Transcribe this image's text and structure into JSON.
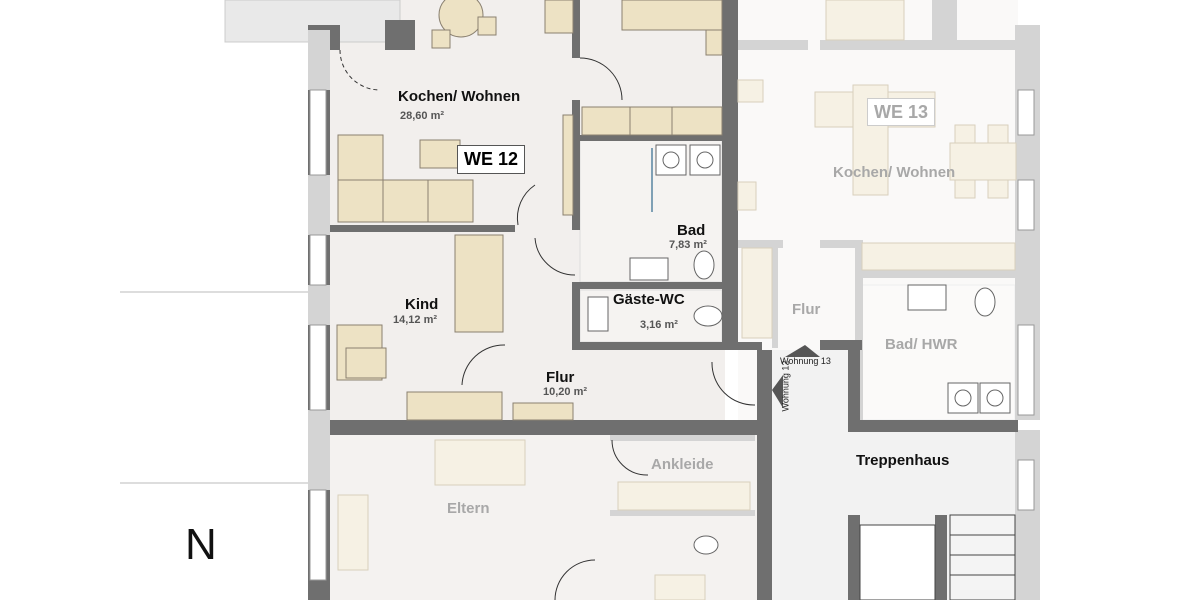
{
  "plan": {
    "north_label": "N",
    "we12": {
      "unit_label": "WE 12",
      "rooms": [
        {
          "name": "Kochen/ Wohnen",
          "area": "28,60 m²"
        },
        {
          "name": "Kind",
          "area": "14,12 m²"
        },
        {
          "name": "Bad",
          "area": "7,83 m²"
        },
        {
          "name": "Gäste-WC",
          "area": "3,16 m²"
        },
        {
          "name": "Flur",
          "area": "10,20 m²"
        },
        {
          "name": "Eltern"
        },
        {
          "name": "Ankleide"
        }
      ]
    },
    "we13": {
      "unit_label": "WE 13",
      "rooms": [
        {
          "name": "Kochen/ Wohnen"
        },
        {
          "name": "Flur"
        },
        {
          "name": "Bad/ HWR"
        }
      ]
    },
    "stairwell": "Treppenhaus",
    "entrance_labels": {
      "we13": "Wohnung 13",
      "we12": "Wohnung 12"
    },
    "colors": {
      "wall": "#6f6f6f",
      "wall_faded": "#d4d4d4",
      "floor": "#f2efed",
      "furniture": "#ede2c4",
      "furniture_faded": "#f6f1e4"
    }
  }
}
